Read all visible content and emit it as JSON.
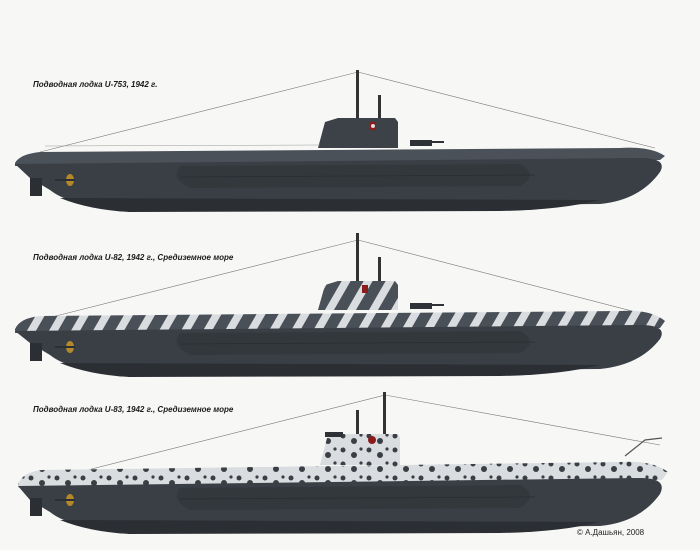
{
  "captions": {
    "boat1": "Подводная лодка U-753, 1942 г.",
    "boat2": "Подводная лодка U-82, 1942 г., Средиземное море",
    "boat3": "Подводная лодка U-83, 1942 г., Средиземное море"
  },
  "credit": "© А.Дашьян, 2008",
  "colors": {
    "hull_dark": "#3a3f45",
    "hull_mid": "#4a5058",
    "hull_light": "#5a6068",
    "keel": "#2b2f34",
    "camo_light": "#d9dde0",
    "background": "#f7f7f5"
  },
  "icons": {
    "submarine": "submarine-profile"
  }
}
